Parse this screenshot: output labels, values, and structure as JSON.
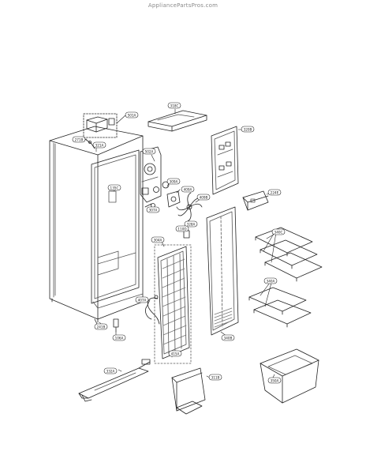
{
  "watermark": "AppliancePartsPros.com",
  "colors": {
    "line": "#222222",
    "light": "#555555",
    "hatch": "#777777",
    "background": "#ffffff"
  },
  "callouts": [
    {
      "id": "c-501a",
      "label": "501A"
    },
    {
      "id": "c-271b",
      "label": "271B"
    },
    {
      "id": "c-321a",
      "label": "321A"
    },
    {
      "id": "c-318c",
      "label": "318C"
    },
    {
      "id": "c-320b",
      "label": "320B"
    },
    {
      "id": "c-502a",
      "label": "502A"
    },
    {
      "id": "c-309a",
      "label": "309A"
    },
    {
      "id": "c-409a",
      "label": "409A"
    },
    {
      "id": "c-307a",
      "label": "307A"
    },
    {
      "id": "c-409b",
      "label": "409B"
    },
    {
      "id": "c-224e",
      "label": "224E"
    },
    {
      "id": "c-328a",
      "label": "328A"
    },
    {
      "id": "c-110d",
      "label": "110D"
    },
    {
      "id": "c-135c",
      "label": "135C"
    },
    {
      "id": "c-304a",
      "label": "304A"
    },
    {
      "id": "c-340c",
      "label": "340C"
    },
    {
      "id": "c-340a",
      "label": "340A"
    },
    {
      "id": "c-407a",
      "label": "407A"
    },
    {
      "id": "c-415a",
      "label": "415A"
    },
    {
      "id": "c-241b",
      "label": "241B"
    },
    {
      "id": "c-106a",
      "label": "106A"
    },
    {
      "id": "c-332a",
      "label": "332A"
    },
    {
      "id": "c-311b",
      "label": "311B"
    },
    {
      "id": "c-340b",
      "label": "340B"
    },
    {
      "id": "c-350a",
      "label": "350A"
    }
  ]
}
